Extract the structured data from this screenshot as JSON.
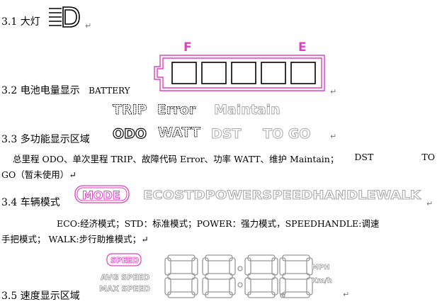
{
  "sections": {
    "s31": {
      "heading": "3.1 大灯",
      "ret": "↵"
    },
    "s32": {
      "heading": "3.2 电池电量显示",
      "battery_label": "BATTERY",
      "ret": "↵",
      "gauge_left": "F",
      "gauge_right": "E"
    },
    "s33": {
      "heading": "3.3 多功能显示区域",
      "ret": "↵",
      "row1": [
        "TRIP",
        "Error",
        "Maintain"
      ],
      "row2": [
        "ODO",
        "WATT",
        "DST",
        "TO GO"
      ],
      "desc_line1": [
        "总里程 ODO、单次里程 TRIP、故障代码 Error、功率 WATT、维护 Maintain；",
        "DST",
        "TO"
      ],
      "desc_line2": "GO（暂未使用）↵"
    },
    "s34": {
      "heading": "3.4 车辆模式",
      "mode_badge": "MODE",
      "modes": "ECOSTDPOWERSPEEDHANDLEWALK",
      "ret": "↵",
      "desc_line1": "ECO:经济模式；STD：标准模式；POWER：强力模式，SPEEDHANDLE:调速",
      "desc_line2": "手把模式；  WALK:步行助推模式；↵"
    },
    "s35": {
      "heading": "3.5 速度显示区域",
      "speed_badge": "SPEED",
      "avg": "AVG SPEED",
      "max": "MAX SPEED",
      "unit1": "MPH",
      "unit2": "Km/h",
      "ret": "↵"
    }
  },
  "colors": {
    "magenta": "#e040c0",
    "outline": "#999999"
  }
}
